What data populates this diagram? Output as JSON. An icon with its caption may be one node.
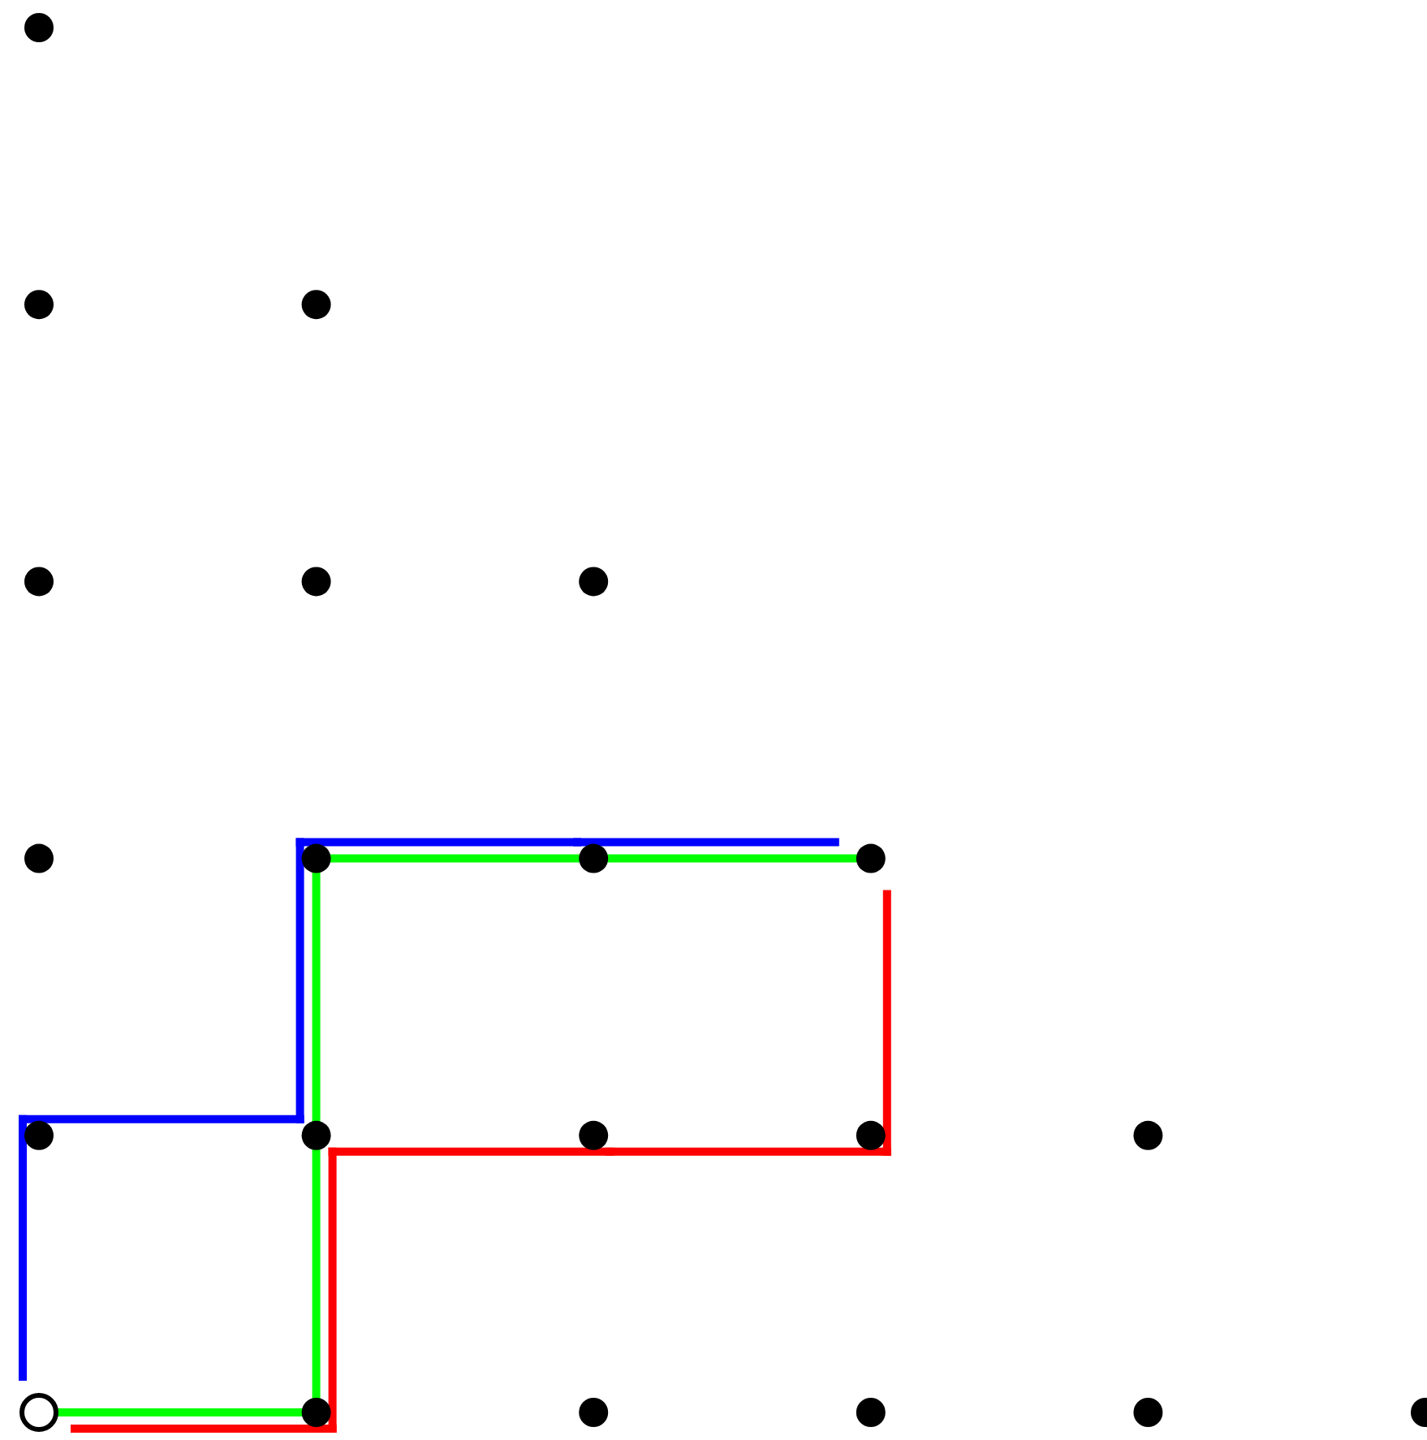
{
  "diagram": {
    "nodes": [
      {
        "text": [],
        "shape": "dot"
      },
      {
        "text": [],
        "shape": "dot"
      },
      {
        "text": [],
        "shape": "dot"
      },
      {
        "text": [],
        "shape": "dot"
      },
      {
        "text": [],
        "shape": "dot"
      },
      {
        "text": [],
        "shape": "dot"
      },
      {
        "text": [],
        "shape": "dot"
      },
      {
        "text": [],
        "shape": "dot"
      },
      {
        "text": [],
        "shape": "dot"
      },
      {
        "text": [],
        "shape": "dot"
      },
      {
        "text": [],
        "shape": "dot"
      },
      {
        "text": [],
        "shape": "dot"
      },
      {
        "text": [],
        "shape": "dot"
      },
      {
        "text": [],
        "shape": "dot"
      },
      {
        "text": [],
        "shape": "dot"
      },
      {
        "text": [],
        "shape": "circle"
      },
      {
        "text": [],
        "shape": "dot"
      },
      {
        "text": [],
        "shape": "dot"
      },
      {
        "text": [],
        "shape": "dot"
      },
      {
        "text": [],
        "shape": "dot"
      },
      {
        "text": [],
        "shape": "dot"
      }
    ],
    "edges": [
      {
        "from": 15,
        "to": 10,
        "arrow": "none",
        "color": "#0000ff"
      },
      {
        "from": 10,
        "to": 11,
        "arrow": "none",
        "color": "#0000ff"
      },
      {
        "from": 11,
        "to": 7,
        "arrow": "none",
        "color": "#0000ff"
      },
      {
        "from": 7,
        "to": 8,
        "arrow": "none",
        "color": "#0000ff"
      },
      {
        "from": 8,
        "to": 9,
        "arrow": "none",
        "color": "#0000ff"
      },
      {
        "from": 15,
        "to": 16,
        "arrow": "none",
        "color": "#00ff00"
      },
      {
        "from": 16,
        "to": 11,
        "arrow": "none",
        "color": "#00ff00"
      },
      {
        "from": 11,
        "to": 7,
        "arrow": "none",
        "color": "#00ff00"
      },
      {
        "from": 7,
        "to": 8,
        "arrow": "none",
        "color": "#00ff00"
      },
      {
        "from": 8,
        "to": 9,
        "arrow": "none",
        "color": "#00ff00"
      },
      {
        "from": 15,
        "to": 16,
        "arrow": "none",
        "color": "#ff0000"
      },
      {
        "from": 16,
        "to": 11,
        "arrow": "none",
        "color": "#ff0000"
      },
      {
        "from": 11,
        "to": 12,
        "arrow": "none",
        "color": "#ff0000"
      },
      {
        "from": 12,
        "to": 13,
        "arrow": "none",
        "color": "#ff0000"
      },
      {
        "from": 13,
        "to": 9,
        "arrow": "none",
        "color": "#ff0000"
      }
    ]
  }
}
